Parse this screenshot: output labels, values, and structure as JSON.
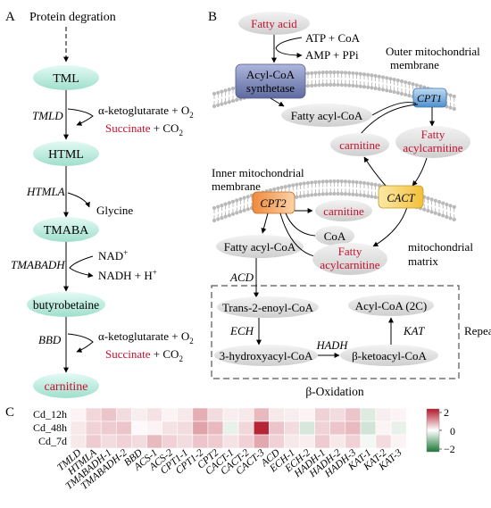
{
  "panelA": {
    "letter": "A",
    "protein_degration": "Protein degration",
    "tml": "TML",
    "tmld": "TMLD",
    "step1_in": "α-ketoglutarate + O",
    "step1_in_sub": "2",
    "step1_out_red": "Succinate",
    "step1_out_rest": " + CO",
    "step1_out_sub": "2",
    "html": "HTML",
    "htmla": "HTMLA",
    "glycine": "Glycine",
    "tmaba": "TMABA",
    "tmabadh": "TMABADH",
    "nad": "NAD",
    "nad_sup": "+",
    "nadh": "NADH + H",
    "nadh_sup": "+",
    "butyrobetaine": "butyrobetaine",
    "bbd": "BBD",
    "step2_in": "α-ketoglutarate + O",
    "step2_in_sub": "2",
    "step2_out_red": "Succinate",
    "step2_out_rest": " + CO",
    "step2_out_sub": "2",
    "carnitine": "carnitine"
  },
  "panelB": {
    "letter": "B",
    "fatty_acid": "Fatty acid",
    "atp_coa": "ATP + CoA",
    "amp_ppi": "AMP + PPi",
    "outer_membrane_1": "Outer mitochondrial",
    "outer_membrane_2": "membrane",
    "acyl_coa_synthetase_1": "Acyl-CoA",
    "acyl_coa_synthetase_2": "synthetase",
    "cpt1": "CPT1",
    "fatty_acyl_coa_top": "Fatty acyl-CoA",
    "carnitine_top": "carnitine",
    "fatty_acylcarnitine_top_1": "Fatty",
    "fatty_acylcarnitine_top_2": "acylcarnitine",
    "inner_membrane_1": "Inner mitochondrial",
    "inner_membrane_2": "membrane",
    "cpt2": "CPT2",
    "carnitine_mid": "carnitine",
    "cact": "CACT",
    "coa": "CoA",
    "fatty_acyl_coa_mid": "Fatty acyl-CoA",
    "fatty_acylcarnitine_mid_1": "Fatty",
    "fatty_acylcarnitine_mid_2": "acylcarnitine",
    "matrix_1": "mitochondrial",
    "matrix_2": "matrix",
    "acd": "ACD",
    "trans_enoyl": "Trans-2-enoyl-CoA",
    "acyl_coa_2c": "Acyl-CoA (2C)",
    "ech": "ECH",
    "kat": "KAT",
    "repeat": "Repeat",
    "hydroxyacyl": "3-hydroxyacyl-CoA",
    "hadh": "HADH",
    "ketoacyl": "β-ketoacyl-CoA",
    "beta_oxidation": "β-Oxidation"
  },
  "panelC": {
    "letter": "C",
    "rows": [
      "Cd_12h",
      "Cd_48h",
      "Cd_7d"
    ],
    "columns": [
      "TMLD",
      "HTMLA",
      "TMABADH-1",
      "TMABADH-2",
      "BBD",
      "ACS-1",
      "ACS-2",
      "CPT1-1",
      "CPT1-2",
      "CPT2",
      "CACT-1",
      "CACT-2",
      "CACT-3",
      "ACD",
      "ECH-1",
      "ECH-2",
      "HADH-1",
      "HADH-2",
      "HADH-3",
      "KAT-1",
      "KAT-2",
      "KAT-3"
    ],
    "values": [
      [
        0.1,
        0.35,
        0.5,
        0.3,
        0.15,
        0.25,
        0.1,
        0.2,
        0.7,
        0.3,
        0.15,
        0.2,
        0.6,
        0.2,
        0.15,
        0.1,
        0.4,
        0.3,
        0.5,
        -0.3,
        0.15,
        0.1
      ],
      [
        0.2,
        0.4,
        0.45,
        0.5,
        0.05,
        0.1,
        0.25,
        0.3,
        0.8,
        0.6,
        -0.2,
        0.35,
        1.9,
        0.5,
        0.3,
        -0.35,
        0.4,
        0.5,
        0.6,
        -0.4,
        0.1,
        -0.2
      ],
      [
        0.2,
        0.45,
        0.3,
        0.4,
        0.3,
        0.6,
        0.4,
        0.3,
        0.5,
        0.45,
        0.25,
        0.4,
        0.75,
        0.4,
        0.2,
        0.15,
        0.45,
        0.2,
        0.4,
        -0.1,
        0.3,
        0.1
      ]
    ],
    "colorbar_ticks": [
      "2",
      "0",
      "−2"
    ],
    "color_max": "#b2182b",
    "color_mid": "#ffffff",
    "color_min": "#1b7837"
  },
  "colors": {
    "ellipse_teal": "#c9f0e6",
    "ellipse_gray": "#e3e3e3",
    "red_text": "#c8102e",
    "acs_box": "#7d88b8",
    "cpt1_box": "#6ea4d6",
    "cpt2_box": "#f2a566",
    "cact_box": "#f6cf62"
  }
}
